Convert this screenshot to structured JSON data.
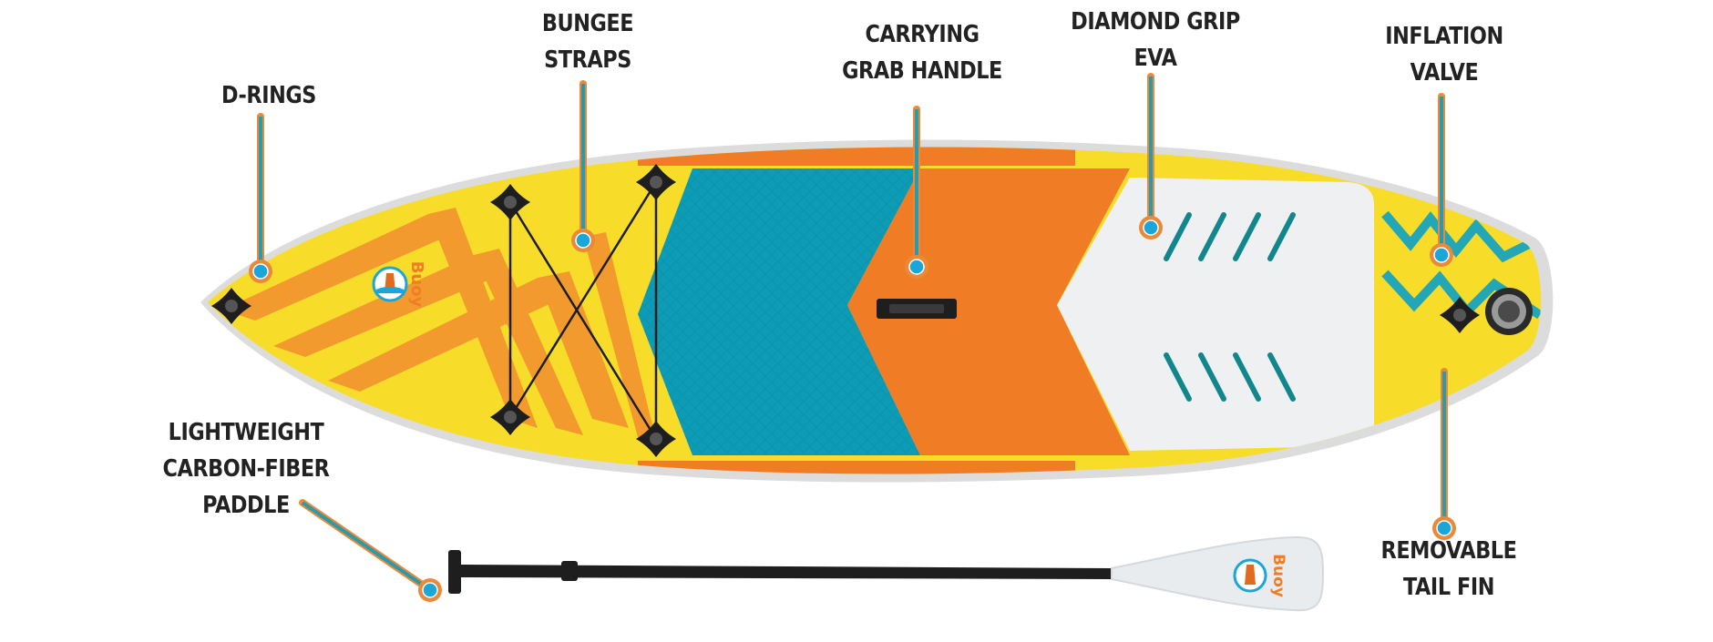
{
  "colors": {
    "board_outline": "#d9d9d9",
    "board_yellow": "#f7dd2a",
    "accent_orange": "#f07d25",
    "deck_teal": "#0e9bb5",
    "deck_teal_dark": "#0a8ba4",
    "grip_gray": "#eef0f1",
    "grip_stripe": "#12868d",
    "leader_teal": "#2b9aaa",
    "leader_orange": "#e98a3a",
    "dot_blue": "#1aa6d8",
    "hardware_black": "#1e1e1e",
    "paddle_blade": "#e9ecee",
    "label_text": "#222222"
  },
  "brand": {
    "logo_text": "Buoy"
  },
  "callouts": [
    {
      "id": "d-rings",
      "lines": [
        "D-RINGS"
      ]
    },
    {
      "id": "bungee-straps",
      "lines": [
        "BUNGEE",
        "STRAPS"
      ]
    },
    {
      "id": "carrying-grab-handle",
      "lines": [
        "CARRYING",
        "GRAB HANDLE"
      ]
    },
    {
      "id": "diamond-grip-eva",
      "lines": [
        "DIAMOND GRIP",
        "EVA"
      ]
    },
    {
      "id": "inflation-valve",
      "lines": [
        "INFLATION",
        "VALVE"
      ]
    },
    {
      "id": "lightweight-carbon-fiber-paddle",
      "lines": [
        "LIGHTWEIGHT",
        "CARBON-FIBER",
        "PADDLE"
      ]
    },
    {
      "id": "removable-tail-fin",
      "lines": [
        "REMOVABLE",
        "TAIL FIN"
      ]
    }
  ]
}
